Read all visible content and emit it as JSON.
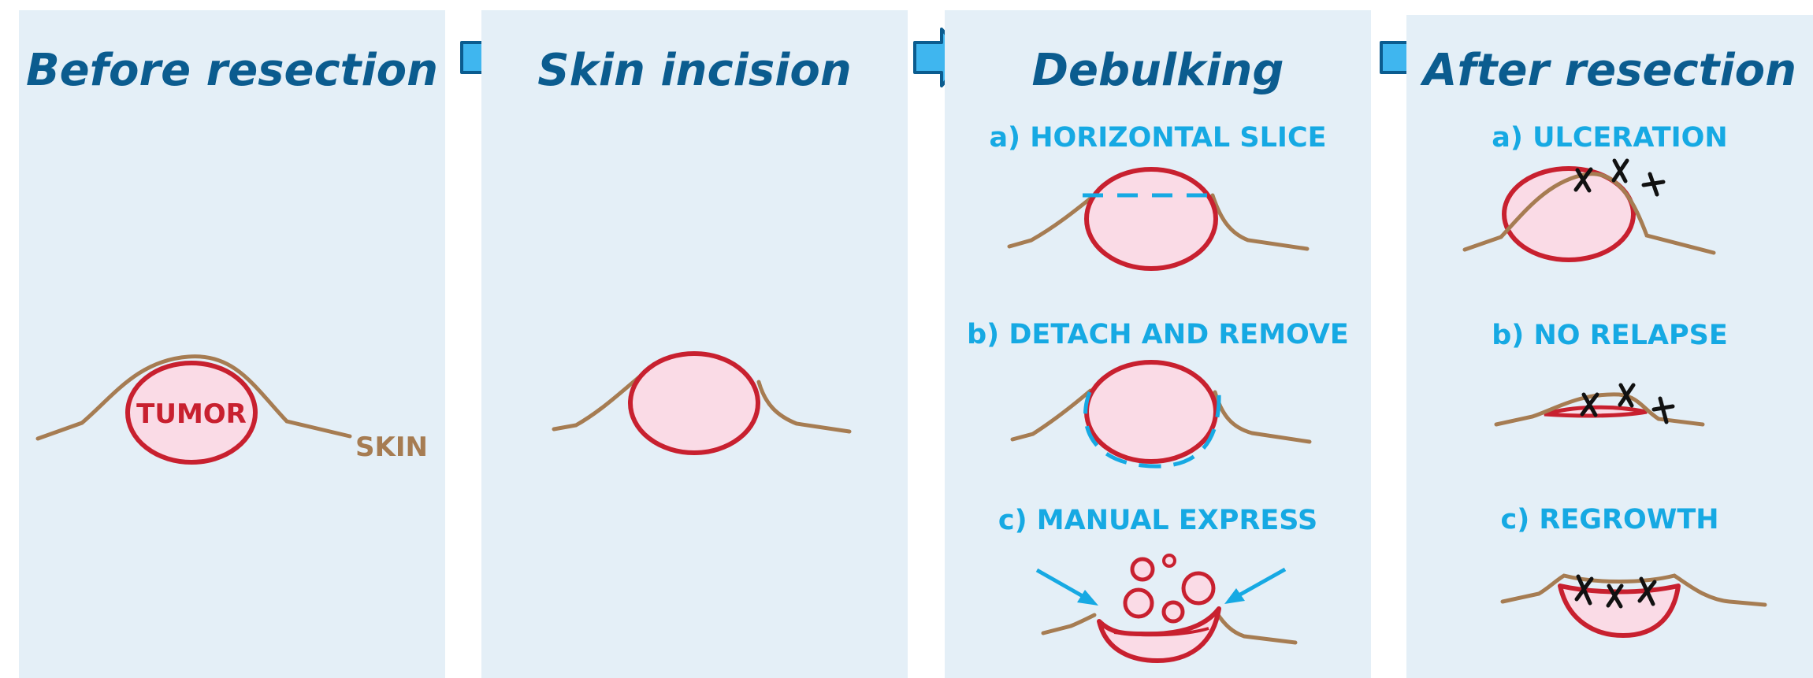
{
  "panels": [
    {
      "title": "Before resection",
      "labels": {
        "tumor": "TUMOR",
        "skin": "SKIN"
      }
    },
    {
      "title": "Skin incision"
    },
    {
      "title": "Debulking",
      "subs": [
        "a) HORIZONTAL SLICE",
        "b) DETACH AND REMOVE",
        "c) MANUAL EXPRESS"
      ]
    },
    {
      "title": "After resection",
      "subs": [
        "a) ULCERATION",
        "b) NO RELAPSE",
        "c) REGROWTH"
      ]
    }
  ],
  "colors": {
    "panel_bg": "#e4eff7",
    "title": "#0b5c8f",
    "subtitle": "#16a9e3",
    "skin": "#a67c52",
    "tumor_stroke": "#c8202f",
    "tumor_fill": "#fadbe6",
    "arrow": "#3fb6ef"
  }
}
